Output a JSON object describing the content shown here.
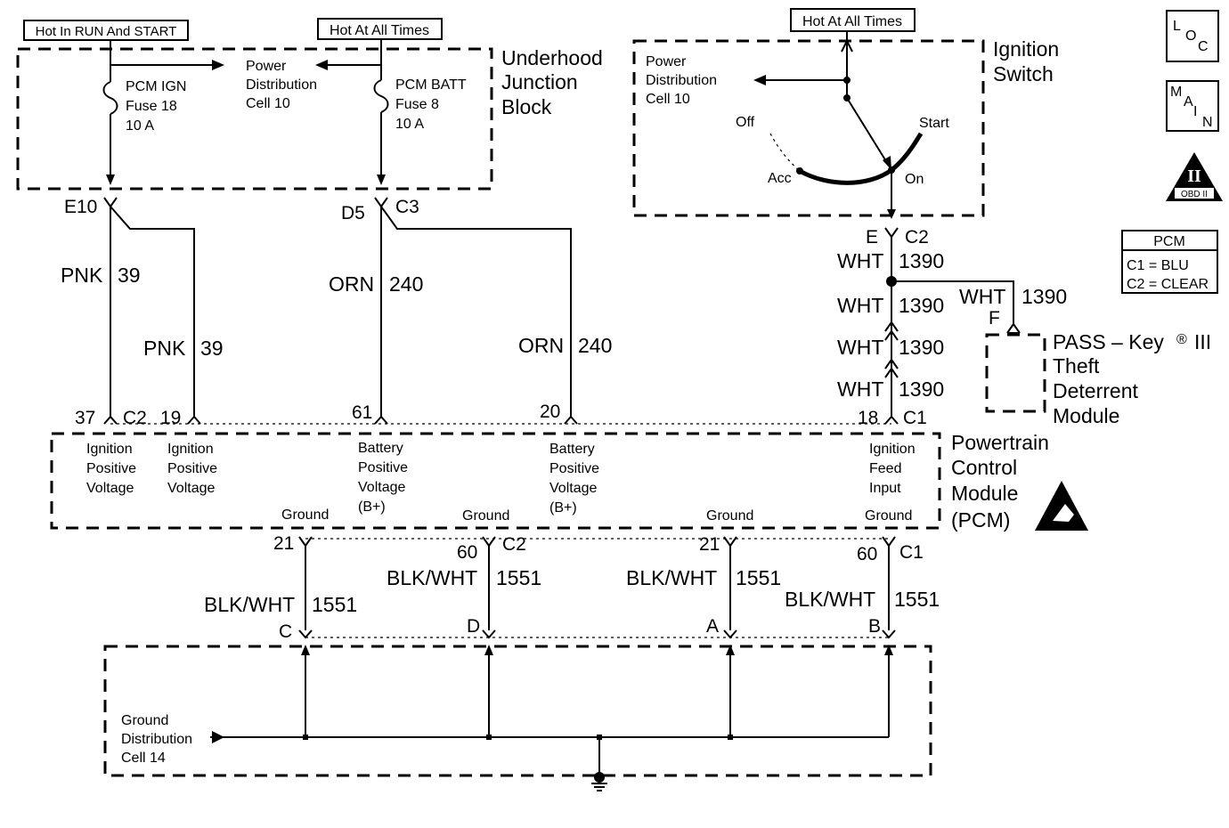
{
  "hot_labels": {
    "run_start": "Hot In RUN And START",
    "at_all_times_batt": "Hot At All Times",
    "at_all_times_ign": "Hot At All Times"
  },
  "underhood": {
    "title_lines": [
      "Underhood",
      "Junction",
      "Block"
    ],
    "power_dist_lines": [
      "Power",
      "Distribution",
      "Cell 10"
    ],
    "fuse_ign_lines": [
      "PCM IGN",
      "Fuse 18",
      "10 A"
    ],
    "fuse_batt_lines": [
      "PCM BATT",
      "Fuse 8",
      "10 A"
    ],
    "conn_e10": "E10",
    "conn_d5": "D5",
    "conn_c3": "C3"
  },
  "ignition_switch": {
    "title_lines": [
      "Ignition",
      "Switch"
    ],
    "power_dist_lines": [
      "Power",
      "Distribution",
      "Cell 10"
    ],
    "positions": {
      "off": "Off",
      "acc": "Acc",
      "on": "On",
      "start": "Start"
    },
    "conn_e": "E",
    "conn_c2": "C2"
  },
  "wires": {
    "pnk_color": "PNK",
    "pnk_num": "39",
    "orn_color": "ORN",
    "orn_num": "240",
    "wht_color": "WHT",
    "wht_num": "1390",
    "blk_color": "BLK/WHT",
    "blk_num": "1551"
  },
  "pass_key": {
    "pin": "F",
    "title_line1": "PASS – Key",
    "reg": "®",
    "title_line1_suffix": "III",
    "title_lines_rest": [
      "Theft",
      "Deterrent",
      "Module"
    ]
  },
  "pcm": {
    "title_lines": [
      "Powertrain",
      "Control",
      "Module",
      "(PCM)"
    ],
    "top_pins": [
      {
        "pin": "37",
        "conn": "C2"
      },
      {
        "pin": "19",
        "conn": ""
      },
      {
        "pin": "61",
        "conn": ""
      },
      {
        "pin": "20",
        "conn": ""
      },
      {
        "pin": "18",
        "conn": "C1"
      }
    ],
    "inputs": [
      [
        "Ignition",
        "Positive",
        "Voltage"
      ],
      [
        "Ignition",
        "Positive",
        "Voltage"
      ],
      [
        "Battery",
        "Positive",
        "Voltage",
        "(B+)"
      ],
      [
        "Battery",
        "Positive",
        "Voltage",
        "(B+)"
      ],
      [
        "Ignition",
        "Feed",
        "Input"
      ]
    ],
    "grounds": [
      {
        "label": "Ground",
        "pin": "21",
        "conn": "",
        "gnd_pin": "C"
      },
      {
        "label": "Ground",
        "pin": "60",
        "conn": "C2",
        "gnd_pin": "D"
      },
      {
        "label": "Ground",
        "pin": "21",
        "conn": "",
        "gnd_pin": "A"
      },
      {
        "label": "Ground",
        "pin": "60",
        "conn": "C1",
        "gnd_pin": "B"
      }
    ]
  },
  "ground_dist_lines": [
    "Ground",
    "Distribution",
    "Cell 14"
  ],
  "legend": {
    "loc": [
      "L",
      "O",
      "C"
    ],
    "main": [
      "M",
      "A",
      "I",
      "N"
    ],
    "obd_numeral": "II",
    "obd_text": "OBD II",
    "pcm_title": "PCM",
    "c1": "C1 = BLU",
    "c2": "C2 = CLEAR"
  }
}
